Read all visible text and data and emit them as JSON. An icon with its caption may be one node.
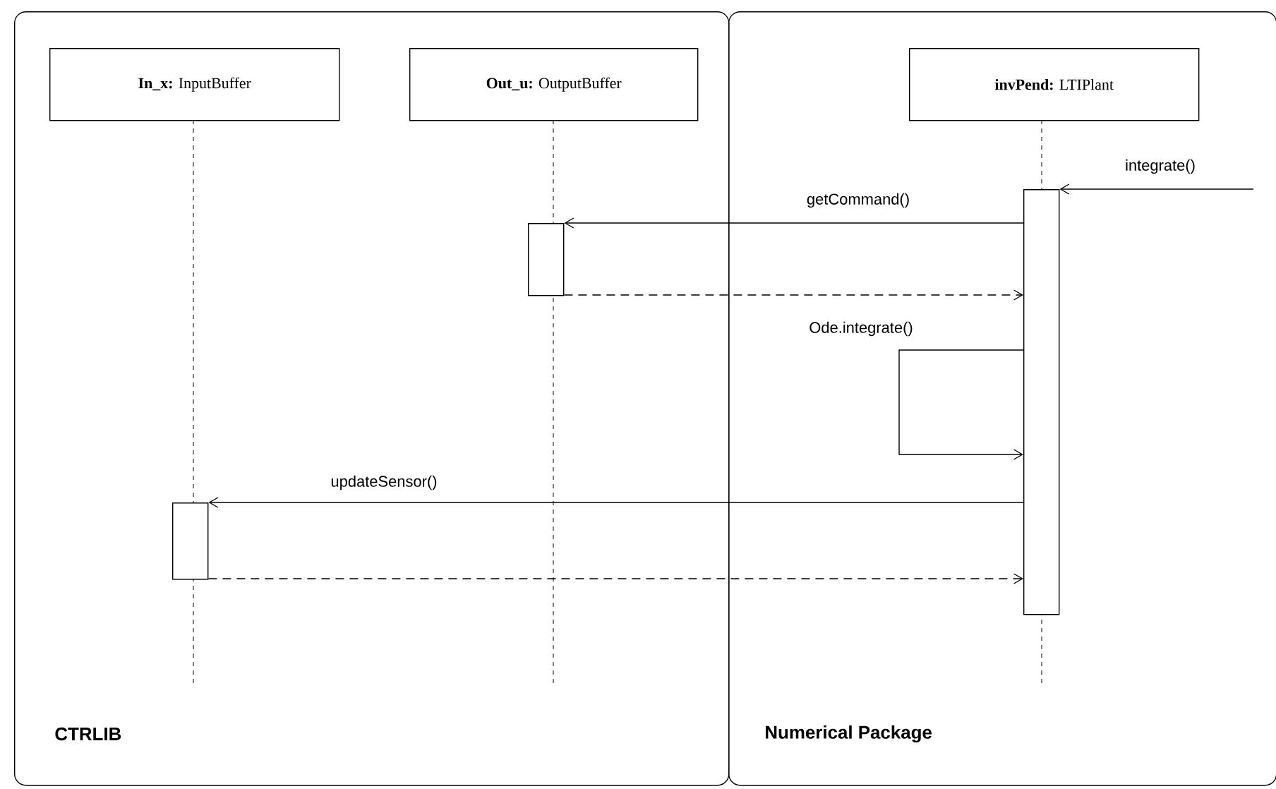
{
  "diagram": {
    "nodes": [
      {
        "text": [
          "CTRLIB"
        ]
      },
      {
        "text": [
          "**In_x:** InputBuffer"
        ],
        "in": 0
      },
      {
        "text": [
          "**Out_u:** OutputBuffer"
        ],
        "in": 0
      },
      {
        "text": [
          "Numerical Package"
        ]
      },
      {
        "text": [
          "**invPend:** LTIPlant"
        ],
        "in": 3
      },
      {
        "text": [],
        "shape": "bar",
        "in": 3
      },
      {
        "text": [],
        "shape": "bar",
        "in": 0
      },
      {
        "text": [],
        "shape": "bar",
        "in": 0
      }
    ],
    "edges": [
      {
        "from": null,
        "to": 5,
        "arrow": "to",
        "label": "integrate()"
      },
      {
        "from": 5,
        "to": 6,
        "arrow": "to",
        "label": "getCommand()"
      },
      {
        "from": 6,
        "to": 5,
        "arrow": "to",
        "style": "dashed"
      },
      {
        "from": 5,
        "to": 5,
        "arrow": "to",
        "label": "Ode.integrate()"
      },
      {
        "from": 5,
        "to": 7,
        "arrow": "to",
        "label": "updateSensor()"
      },
      {
        "from": 7,
        "to": 5,
        "arrow": "to",
        "style": "dashed"
      }
    ]
  }
}
